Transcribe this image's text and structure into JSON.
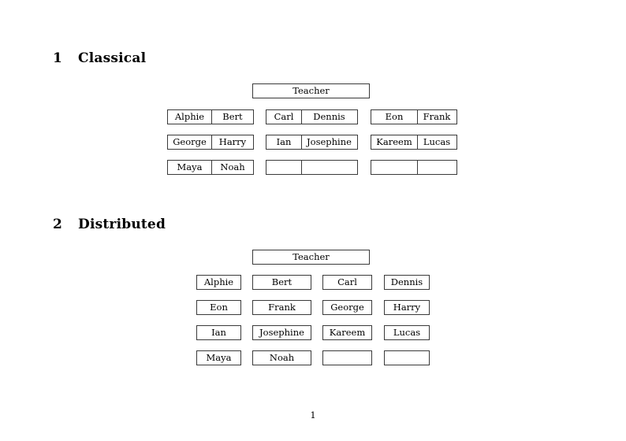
{
  "document": {
    "page_number": "1"
  },
  "sections": [
    {
      "number": "1",
      "title": "Classical",
      "teacher_label": "Teacher",
      "layout": "grouped-pairs",
      "groups": [
        {
          "rows": [
            [
              "Alphie",
              "Bert"
            ],
            [
              "George",
              "Harry"
            ],
            [
              "Maya",
              "Noah"
            ]
          ]
        },
        {
          "rows": [
            [
              "Carl",
              "Dennis"
            ],
            [
              "Ian",
              "Josephine"
            ],
            [
              "",
              ""
            ]
          ]
        },
        {
          "rows": [
            [
              "Eon",
              "Frank"
            ],
            [
              "Kareem",
              "Lucas"
            ],
            [
              "",
              ""
            ]
          ]
        }
      ]
    },
    {
      "number": "2",
      "title": "Distributed",
      "teacher_label": "Teacher",
      "layout": "single-cells",
      "rows": [
        [
          "Alphie",
          "Bert",
          "Carl",
          "Dennis"
        ],
        [
          "Eon",
          "Frank",
          "George",
          "Harry"
        ],
        [
          "Ian",
          "Josephine",
          "Kareem",
          "Lucas"
        ],
        [
          "Maya",
          "Noah",
          "",
          ""
        ]
      ]
    }
  ],
  "colors": {
    "page_background": "#ffffff",
    "text": "#000000",
    "border": "#3a3a3a"
  }
}
